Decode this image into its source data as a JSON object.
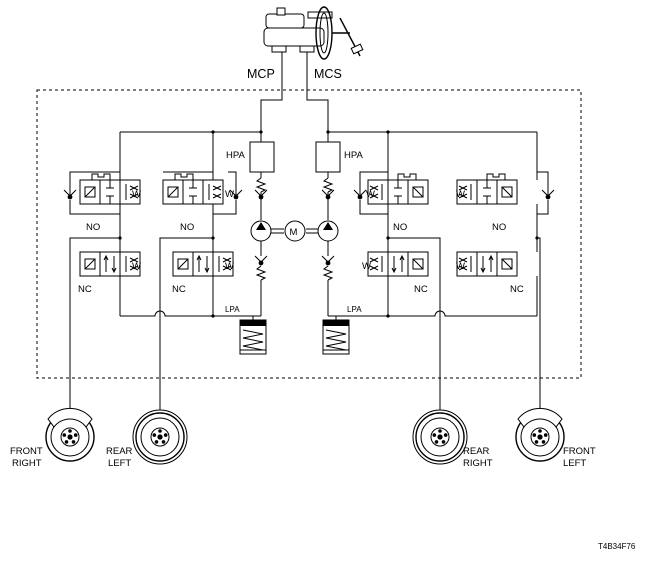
{
  "diagram": {
    "master_cylinder_primary": "MCP",
    "master_cylinder_secondary": "MCS",
    "high_pressure_accumulator": "HPA",
    "low_pressure_accumulator": "LPA",
    "motor": "M",
    "valve_normally_open": "NO",
    "valve_normally_closed": "NC",
    "valve_winding": "W",
    "wheels": {
      "front_right": [
        "FRONT",
        "RIGHT"
      ],
      "rear_left": [
        "REAR",
        "LEFT"
      ],
      "rear_right": [
        "REAR",
        "RIGHT"
      ],
      "front_left": [
        "FRONT",
        "LEFT"
      ]
    },
    "figure_code": "T4B34F76"
  }
}
